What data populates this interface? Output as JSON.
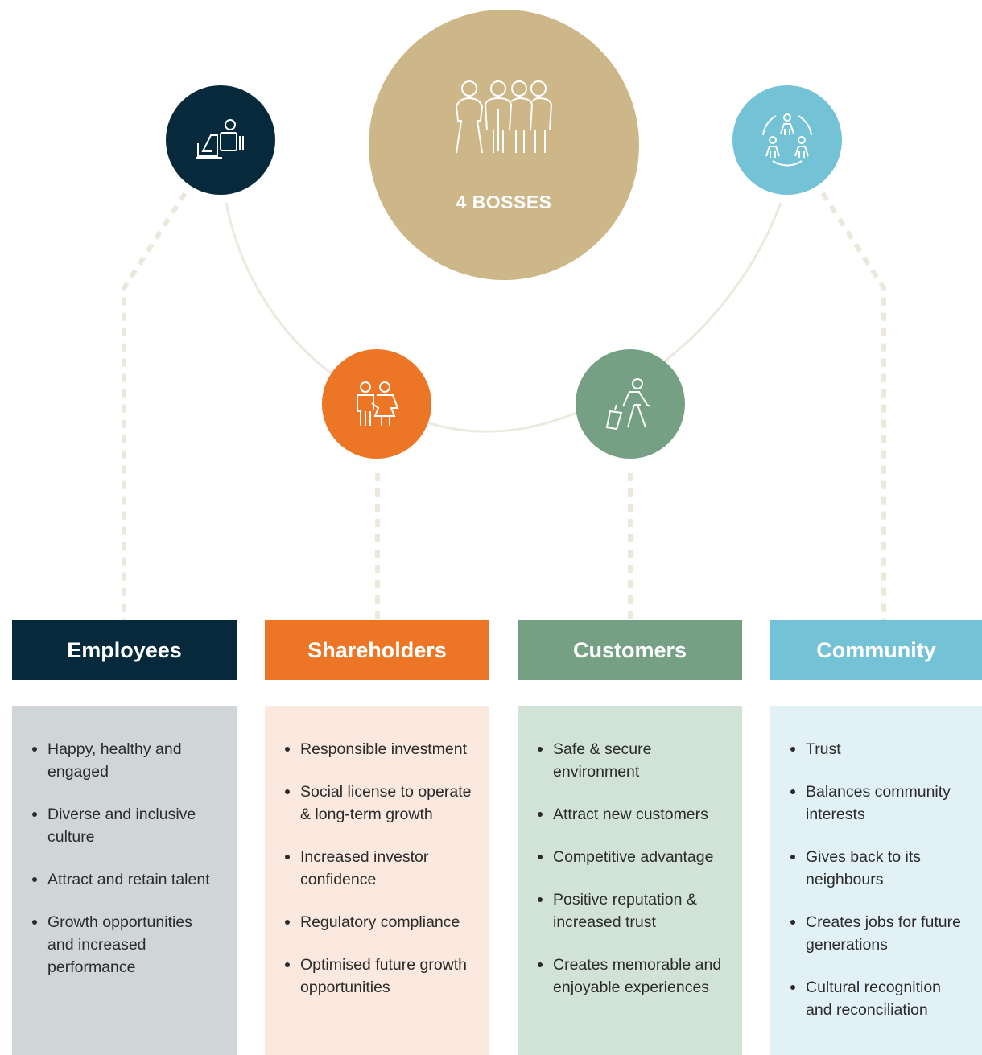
{
  "hub": {
    "title": "4 BOSSES",
    "icon": "group-of-people-icon",
    "color": "#cdb788"
  },
  "stakeholders": [
    {
      "title": "Employees",
      "icon": "person-at-desk-icon",
      "color": "#062a3c",
      "panel_color": "#d0d5d8",
      "items": [
        "Happy, healthy and engaged",
        "Diverse and inclusive culture",
        "Attract and retain talent",
        "Growth opportunities and increased performance"
      ]
    },
    {
      "title": "Shareholders",
      "icon": "two-people-icon",
      "color": "#ec7625",
      "panel_color": "#fbe9e0",
      "items": [
        "Responsible investment",
        "Social license to operate & long-term growth",
        "Increased investor confidence",
        "Regulatory compliance",
        "Optimised future growth opportunities"
      ]
    },
    {
      "title": "Customers",
      "icon": "traveller-with-luggage-icon",
      "color": "#76a084",
      "panel_color": "#d1e3d7",
      "items": [
        "Safe & secure environment",
        "Attract new customers",
        "Competitive advantage",
        "Positive reputation & increased trust",
        "Creates memorable and enjoyable experiences"
      ]
    },
    {
      "title": "Community",
      "icon": "community-circle-icon",
      "color": "#73c2d6",
      "panel_color": "#e2f1f5",
      "items": [
        "Trust",
        "Balances community interests",
        "Gives back to its neighbours",
        "Creates jobs for future generations",
        "Cultural recognition and reconciliation"
      ]
    }
  ]
}
